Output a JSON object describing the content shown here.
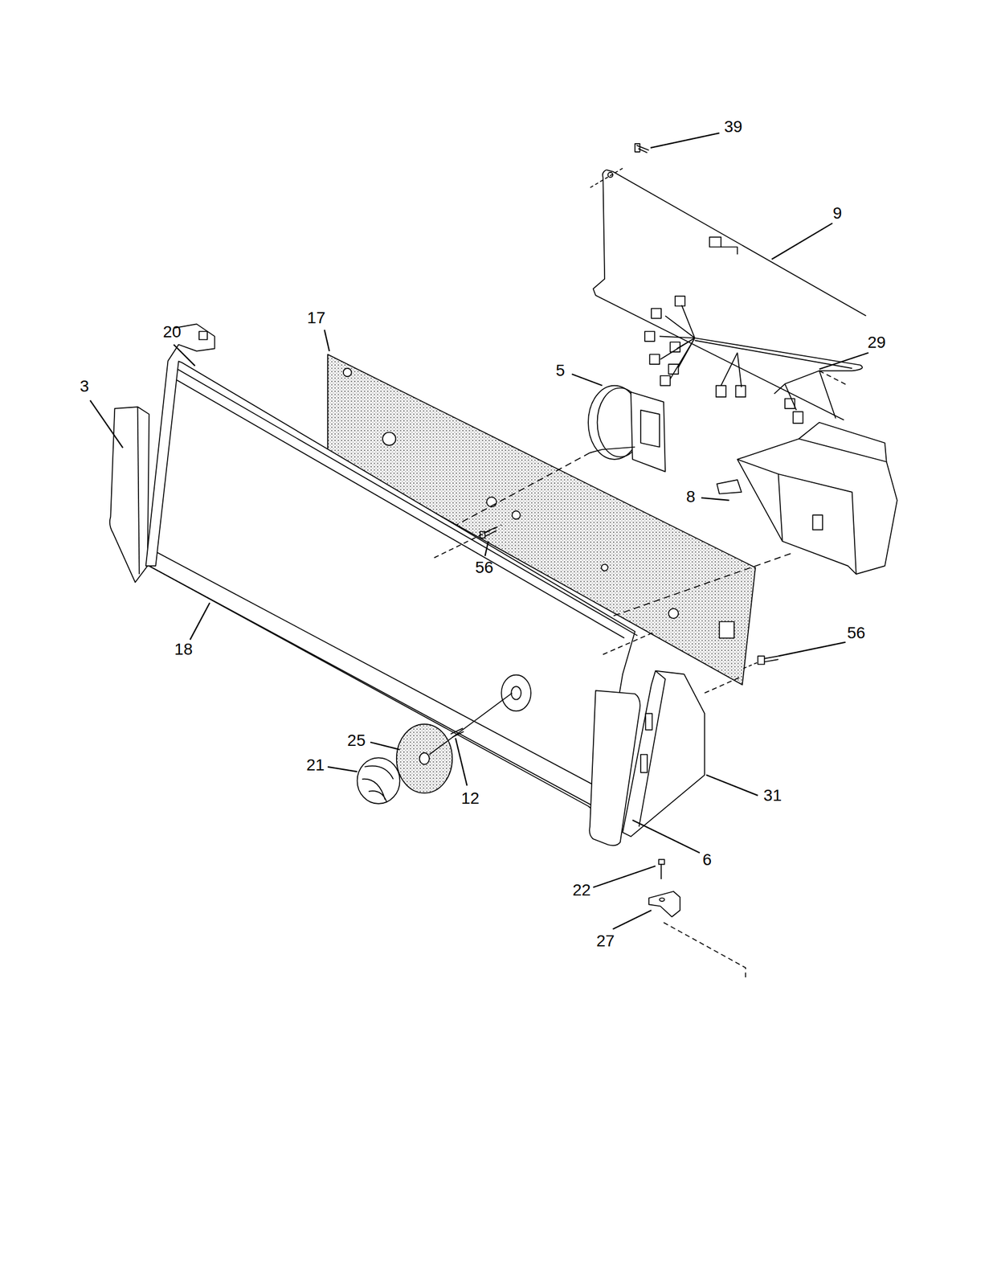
{
  "diagram": {
    "labels": [
      "39",
      "9",
      "17",
      "20",
      "29",
      "5",
      "3",
      "8",
      "56",
      "18",
      "56",
      "25",
      "21",
      "12",
      "31",
      "6",
      "22",
      "27"
    ]
  }
}
